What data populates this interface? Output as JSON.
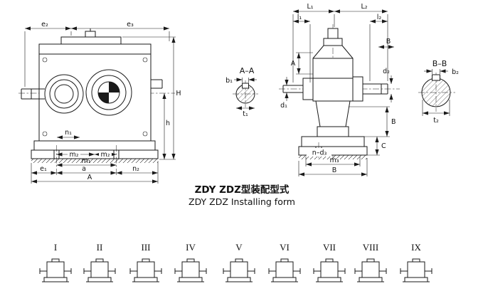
{
  "colors": {
    "ink": "#1a1a1a",
    "background": "#ffffff"
  },
  "caption": {
    "line1": "ZDY ZDZ型装配型式",
    "line2": "ZDY ZDZ Installing form"
  },
  "front_view": {
    "dims": {
      "e2": "e₂",
      "e3": "e₃",
      "H": "H",
      "h": "h",
      "n1": "n₁",
      "m2_left": "m₂",
      "m2_right": "m₂",
      "m1": "m₁",
      "e1": "e₁",
      "a": "a",
      "n2": "n₂",
      "A": "A"
    }
  },
  "section_aa": {
    "title": "A–A",
    "dims": {
      "b1": "b₁",
      "t1": "t₁"
    }
  },
  "side_view": {
    "dims": {
      "L1": "L₁",
      "L2": "L₂",
      "l1": "l₁",
      "l2": "l₂",
      "B_top": "B",
      "A": "A",
      "d2": "d₂",
      "d1": "d₁",
      "B_right": "B",
      "C": "C",
      "n_d3": "n–d₃",
      "m3": "m₃",
      "B_bottom": "B"
    }
  },
  "section_bb": {
    "title": "B–B",
    "dims": {
      "b2": "b₂",
      "t2": "t₂"
    }
  },
  "forms": {
    "numerals": [
      "I",
      "II",
      "III",
      "IV",
      "V",
      "VI",
      "VII",
      "VIII",
      "IX"
    ]
  }
}
